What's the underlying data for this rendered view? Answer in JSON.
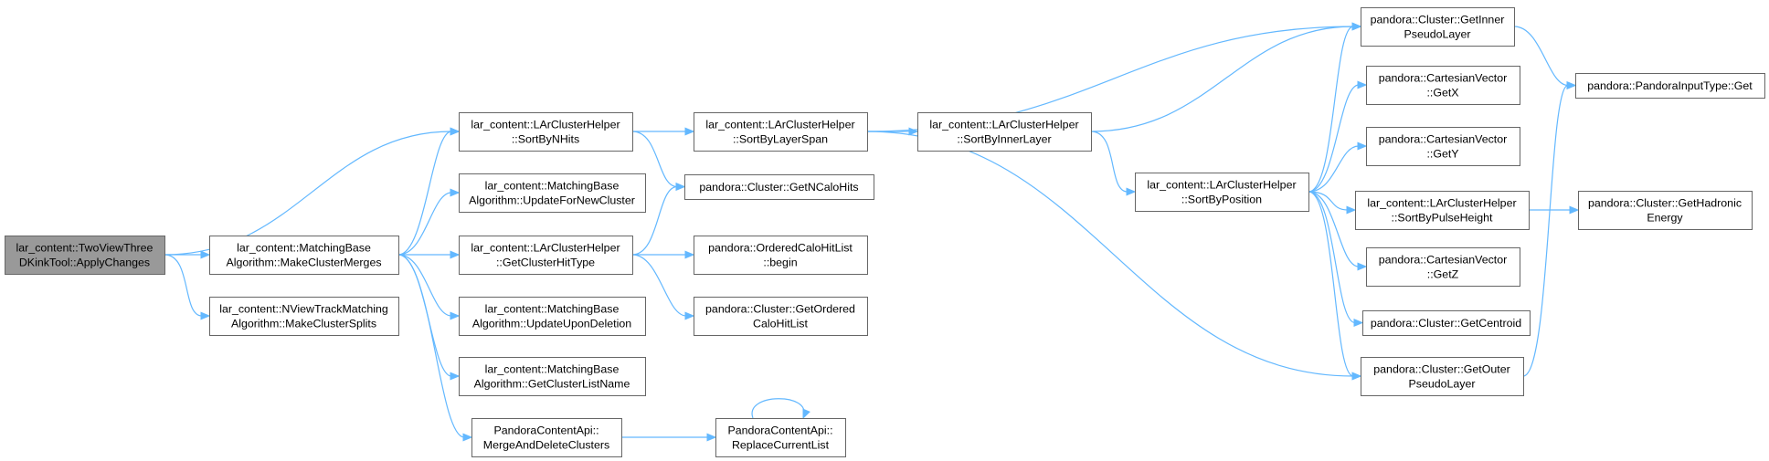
{
  "graph": {
    "nodes": [
      {
        "id": "root",
        "lines": [
          "lar_content::TwoViewThree",
          "DKinkTool::ApplyChanges"
        ],
        "root": true
      },
      {
        "id": "mcm",
        "lines": [
          "lar_content::MatchingBase",
          "Algorithm::MakeClusterMerges"
        ]
      },
      {
        "id": "mcs",
        "lines": [
          "lar_content::NViewTrackMatching",
          "Algorithm::MakeClusterSplits"
        ]
      },
      {
        "id": "snh",
        "lines": [
          "lar_content::LArClusterHelper",
          "::SortByNHits"
        ]
      },
      {
        "id": "ufn",
        "lines": [
          "lar_content::MatchingBase",
          "Algorithm::UpdateForNewCluster"
        ]
      },
      {
        "id": "gcht",
        "lines": [
          "lar_content::LArClusterHelper",
          "::GetClusterHitType"
        ]
      },
      {
        "id": "uud",
        "lines": [
          "lar_content::MatchingBase",
          "Algorithm::UpdateUponDeletion"
        ]
      },
      {
        "id": "gcln",
        "lines": [
          "lar_content::MatchingBase",
          "Algorithm::GetClusterListName"
        ]
      },
      {
        "id": "mad",
        "lines": [
          "PandoraContentApi::",
          "MergeAndDeleteClusters"
        ]
      },
      {
        "id": "sls",
        "lines": [
          "lar_content::LArClusterHelper",
          "::SortByLayerSpan"
        ]
      },
      {
        "id": "gnch",
        "lines": [
          "pandora::Cluster::GetNCaloHits"
        ]
      },
      {
        "id": "ochb",
        "lines": [
          "pandora::OrderedCaloHitList",
          "::begin"
        ]
      },
      {
        "id": "goch",
        "lines": [
          "pandora::Cluster::GetOrdered",
          "CaloHitList"
        ]
      },
      {
        "id": "rcl",
        "lines": [
          "PandoraContentApi::",
          "ReplaceCurrentList"
        ]
      },
      {
        "id": "sil",
        "lines": [
          "lar_content::LArClusterHelper",
          "::SortByInnerLayer"
        ]
      },
      {
        "id": "sbp",
        "lines": [
          "lar_content::LArClusterHelper",
          "::SortByPosition"
        ]
      },
      {
        "id": "gipl",
        "lines": [
          "pandora::Cluster::GetInner",
          "PseudoLayer"
        ]
      },
      {
        "id": "gx",
        "lines": [
          "pandora::CartesianVector",
          "::GetX"
        ]
      },
      {
        "id": "gy",
        "lines": [
          "pandora::CartesianVector",
          "::GetY"
        ]
      },
      {
        "id": "sph",
        "lines": [
          "lar_content::LArClusterHelper",
          "::SortByPulseHeight"
        ]
      },
      {
        "id": "gz",
        "lines": [
          "pandora::CartesianVector",
          "::GetZ"
        ]
      },
      {
        "id": "gc",
        "lines": [
          "pandora::Cluster::GetCentroid"
        ]
      },
      {
        "id": "gopl",
        "lines": [
          "pandora::Cluster::GetOuter",
          "PseudoLayer"
        ]
      },
      {
        "id": "pitg",
        "lines": [
          "pandora::PandoraInputType::Get"
        ]
      },
      {
        "id": "ghe",
        "lines": [
          "pandora::Cluster::GetHadronic",
          "Energy"
        ]
      }
    ],
    "edges": [
      [
        "root",
        "snh"
      ],
      [
        "root",
        "mcm"
      ],
      [
        "root",
        "mcs"
      ],
      [
        "mcm",
        "snh"
      ],
      [
        "mcm",
        "ufn"
      ],
      [
        "mcm",
        "gcht"
      ],
      [
        "mcm",
        "uud"
      ],
      [
        "mcm",
        "gcln"
      ],
      [
        "mcm",
        "mad"
      ],
      [
        "snh",
        "sls"
      ],
      [
        "snh",
        "gnch"
      ],
      [
        "gcht",
        "gnch"
      ],
      [
        "gcht",
        "ochb"
      ],
      [
        "gcht",
        "goch"
      ],
      [
        "mad",
        "rcl"
      ],
      [
        "rcl",
        "rcl"
      ],
      [
        "sls",
        "gipl"
      ],
      [
        "sls",
        "sil"
      ],
      [
        "sls",
        "gopl"
      ],
      [
        "sil",
        "gipl"
      ],
      [
        "sil",
        "sbp"
      ],
      [
        "sbp",
        "gipl"
      ],
      [
        "sbp",
        "gx"
      ],
      [
        "sbp",
        "gy"
      ],
      [
        "sbp",
        "sph"
      ],
      [
        "sbp",
        "gz"
      ],
      [
        "sbp",
        "gc"
      ],
      [
        "sbp",
        "gopl"
      ],
      [
        "gipl",
        "pitg"
      ],
      [
        "gopl",
        "pitg"
      ],
      [
        "sph",
        "ghe"
      ]
    ]
  }
}
